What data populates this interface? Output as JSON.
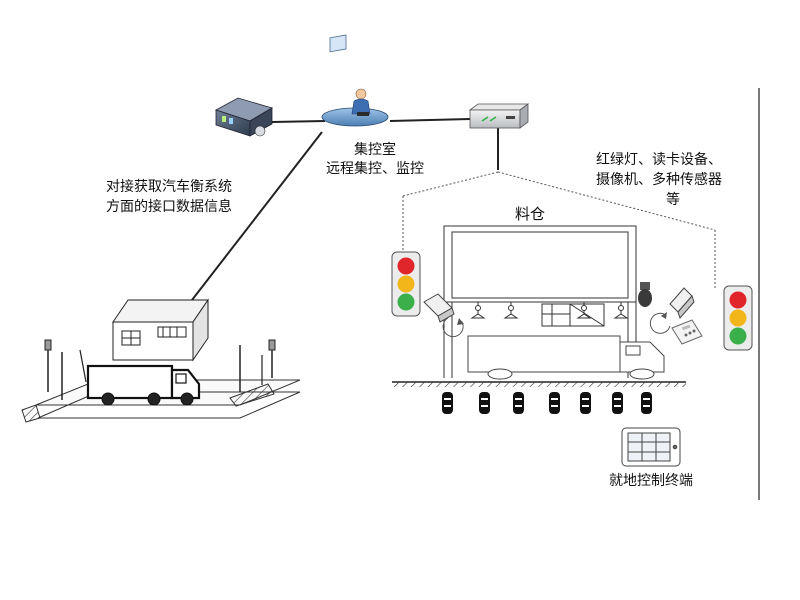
{
  "labels": {
    "control_room": "集控室",
    "control_room_sub": "远程集控、监控",
    "interface_line1": "对接获取汽车衡系统",
    "interface_line2": "方面的接口数据信息",
    "devices_line1": "红绿灯、读卡设备、",
    "devices_line2": "摄像机、多种传感器",
    "devices_line3": "等",
    "silo": "料仓",
    "terminal": "就地控制终端"
  },
  "colors": {
    "red_light": "#e0262b",
    "yellow_light": "#f2b51a",
    "green_light": "#3bb04a",
    "line": "#222222",
    "dash": "#555555"
  },
  "icons": {
    "server": "server-icon",
    "operator": "operator-workstation-icon",
    "switch": "network-switch-icon",
    "truck": "truck-icon",
    "camera": "camera-icon",
    "traffic_light": "traffic-light-icon",
    "card_reader": "card-reader-icon",
    "sensor": "sensor-icon",
    "terminal": "control-terminal-icon"
  }
}
